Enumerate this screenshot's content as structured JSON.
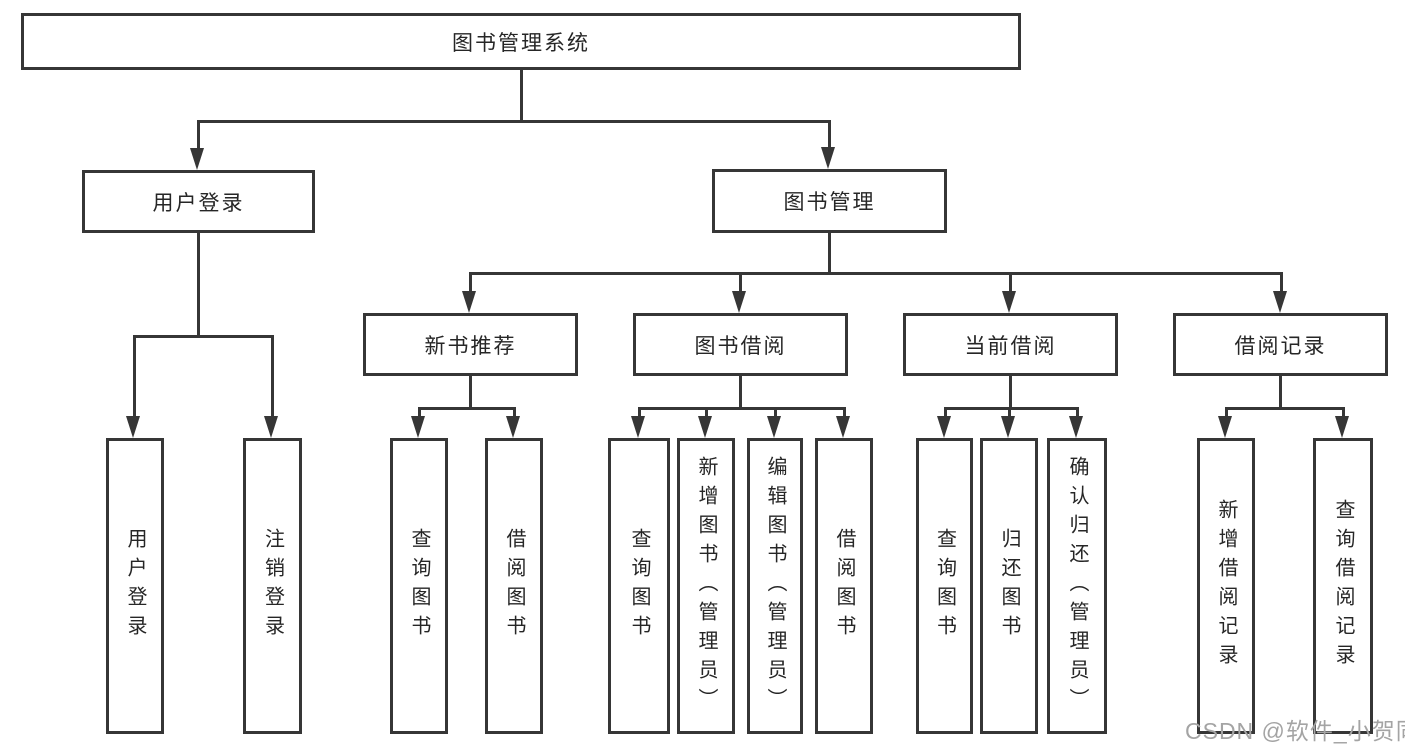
{
  "root": {
    "label": "图书管理系统"
  },
  "level1": [
    {
      "label": "用户登录"
    },
    {
      "label": "图书管理"
    }
  ],
  "level2": [
    {
      "label": "新书推荐"
    },
    {
      "label": "图书借阅"
    },
    {
      "label": "当前借阅"
    },
    {
      "label": "借阅记录"
    }
  ],
  "level3": [
    {
      "label": "用户登录"
    },
    {
      "label": "注销登录"
    },
    {
      "label": "查询图书"
    },
    {
      "label": "借阅图书"
    },
    {
      "label": "查询图书"
    },
    {
      "label": "新增图书（管理员）"
    },
    {
      "label": "编辑图书（管理员）"
    },
    {
      "label": "借阅图书"
    },
    {
      "label": "查询图书"
    },
    {
      "label": "归还图书"
    },
    {
      "label": "确认归还（管理员）"
    },
    {
      "label": "新增借阅记录"
    },
    {
      "label": "查询借阅记录"
    }
  ],
  "watermark": {
    "text": "CSDN @软件_小贺同学"
  },
  "colors": {
    "line": "#363636",
    "box_border": "#363636",
    "text": "#262626",
    "watermark": "#a4a4a4",
    "background": "#ffffff"
  }
}
